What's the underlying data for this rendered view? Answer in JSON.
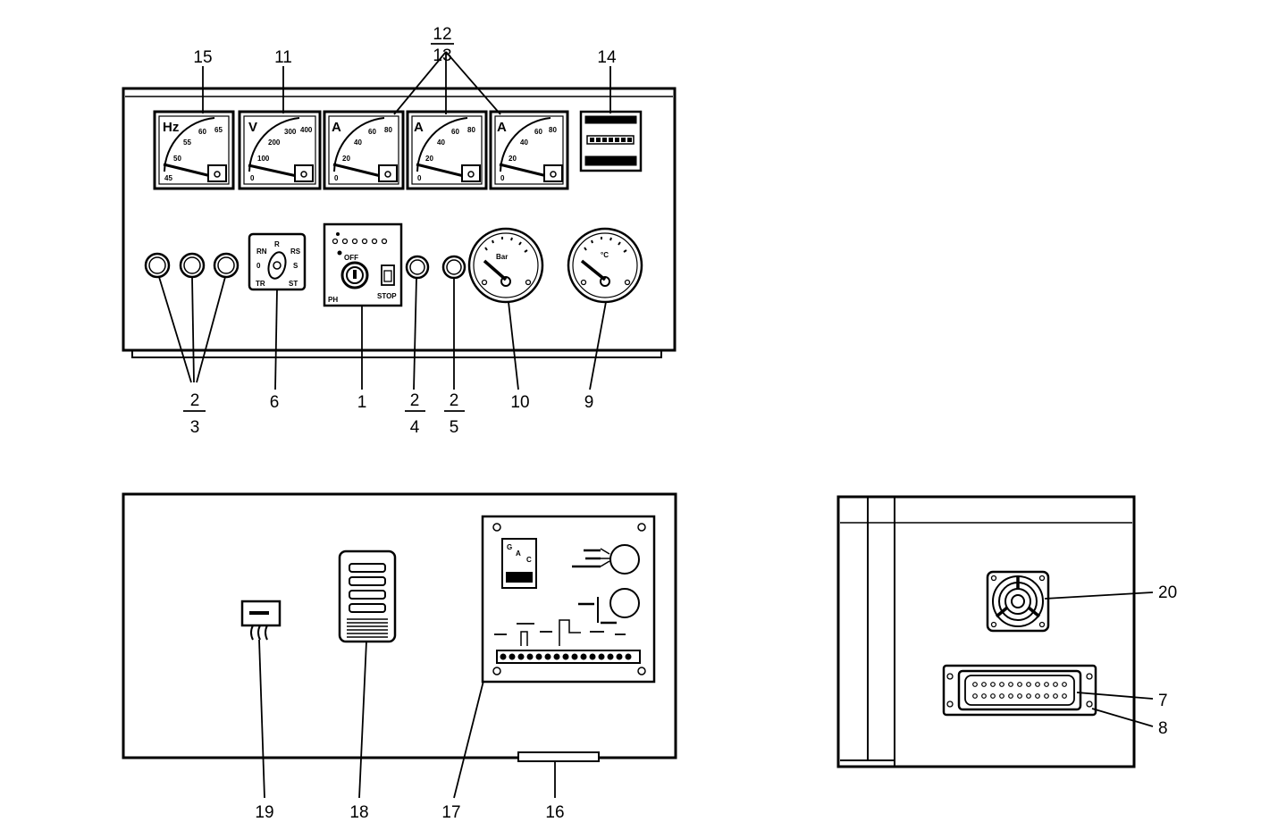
{
  "callouts": {
    "c15": "15",
    "c11": "11",
    "c12": "12",
    "c13": "13",
    "c14": "14",
    "c2a": "2",
    "c3": "3",
    "c6": "6",
    "c1": "1",
    "c2b": "2",
    "c4": "4",
    "c2c": "2",
    "c5": "5",
    "c10": "10",
    "c9": "9",
    "c19": "19",
    "c18": "18",
    "c17": "17",
    "c16": "16",
    "c20": "20",
    "c7": "7",
    "c8": "8"
  },
  "meters": [
    {
      "unit": "Hz",
      "scale": [
        "45",
        "50",
        "55",
        "60",
        "65"
      ]
    },
    {
      "unit": "V",
      "scale": [
        "0",
        "100",
        "200",
        "300",
        "400"
      ]
    },
    {
      "unit": "A",
      "scale": [
        "0",
        "20",
        "40",
        "60",
        "80"
      ]
    },
    {
      "unit": "A",
      "scale": [
        "0",
        "20",
        "40",
        "60",
        "80"
      ]
    },
    {
      "unit": "A",
      "scale": [
        "0",
        "20",
        "40",
        "60",
        "80"
      ]
    }
  ],
  "selector_switch": {
    "positions": [
      "RN",
      "0",
      "RS",
      "R",
      "S",
      "TR",
      "ST"
    ]
  },
  "key_switch": {
    "off": "OFF",
    "stop": "STOP",
    "on": "PH"
  },
  "gauges": {
    "oil_unit": "Bar",
    "temp_unit": "°C"
  },
  "controller": {
    "labels": [
      "G",
      "A",
      "C"
    ]
  }
}
